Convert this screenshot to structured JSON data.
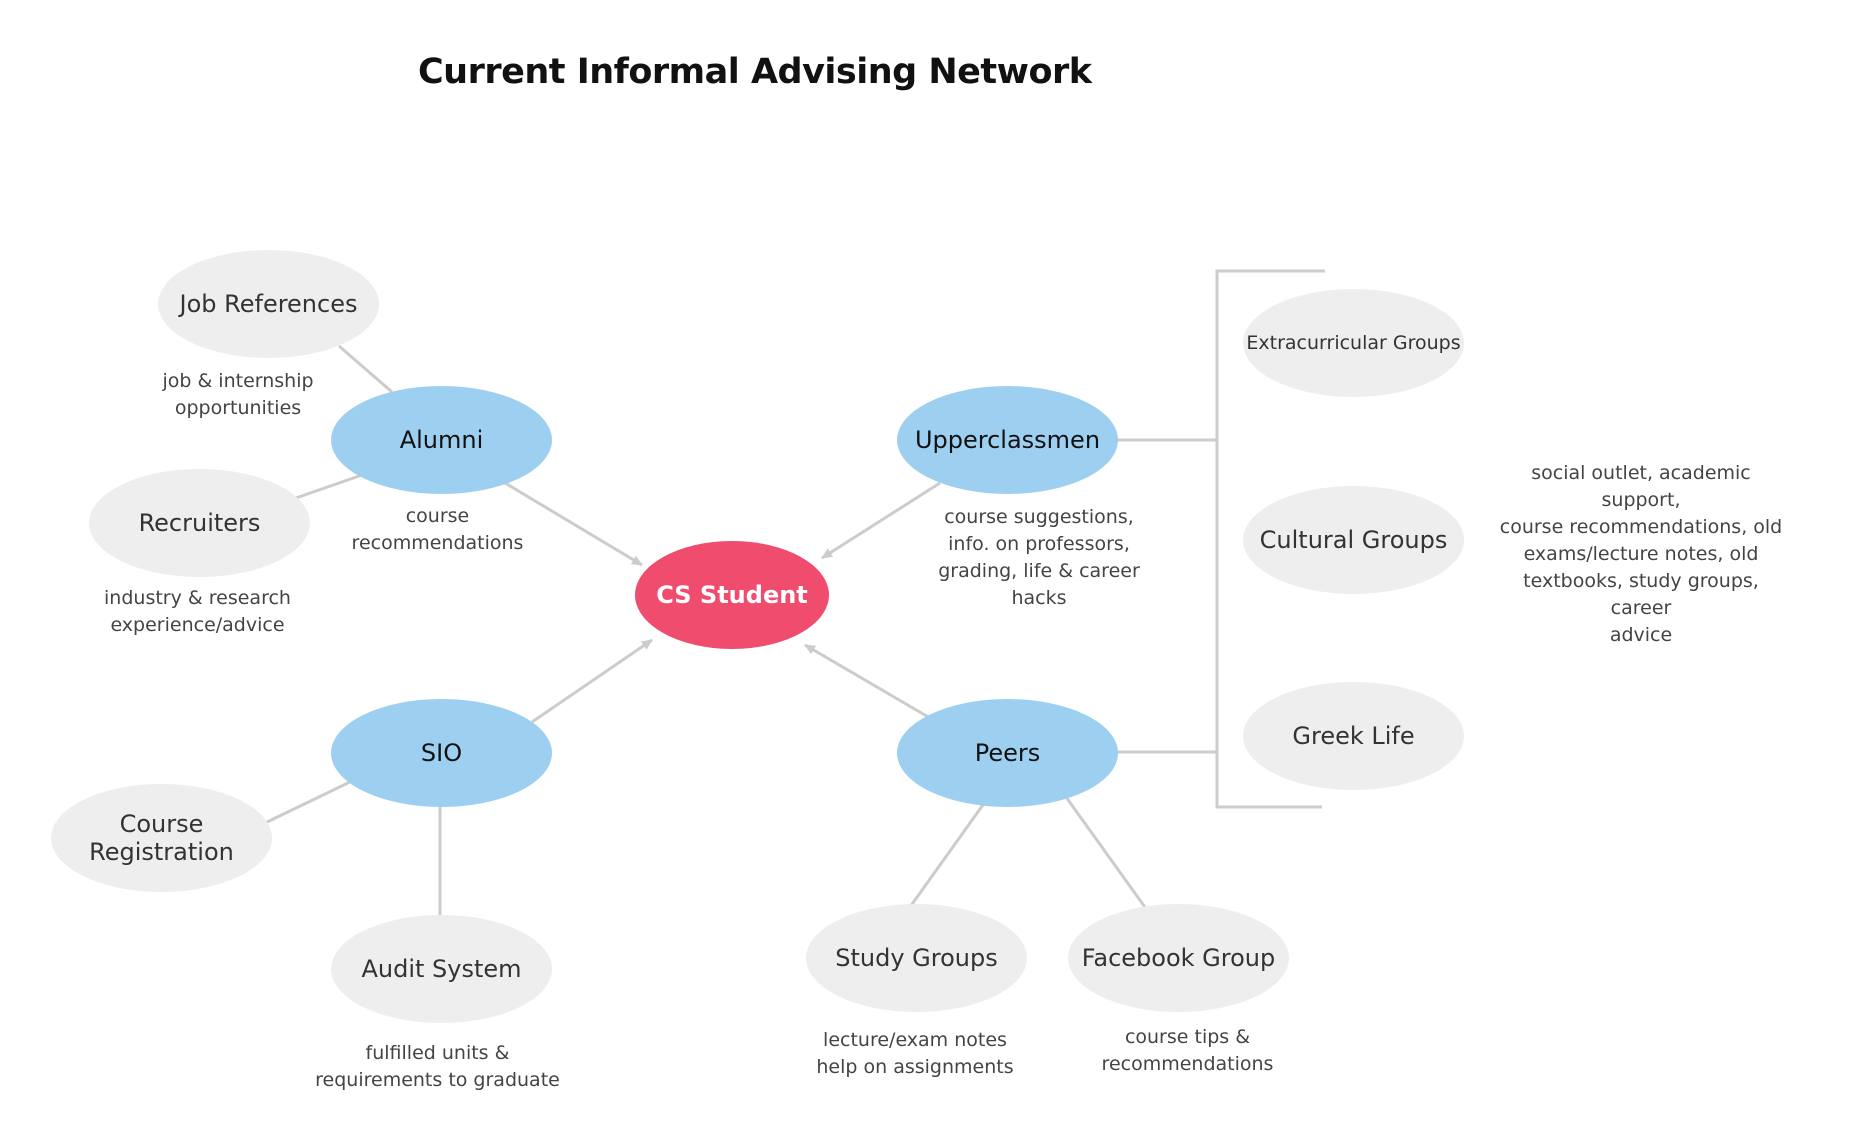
{
  "title": "Current Informal Advising Network",
  "colors": {
    "central": "#f04c6e",
    "primary": "#9dd0f0",
    "secondary": "#eeeeee",
    "edge": "#cccccc"
  },
  "nodes": {
    "cs_student": "CS Student",
    "alumni": "Alumni",
    "upperclassmen": "Upperclassmen",
    "sio": "SIO",
    "peers": "Peers",
    "job_references": "Job References",
    "recruiters": "Recruiters",
    "course_registration": "Course Registration",
    "audit_system": "Audit System",
    "study_groups": "Study Groups",
    "facebook_group": "Facebook Group",
    "extracurricular_groups": "Extracurricular Groups",
    "cultural_groups": "Cultural Groups",
    "greek_life": "Greek Life"
  },
  "notes": {
    "job_internship": "job & internship\nopportunities",
    "course_recommendations": "course\nrecommendations",
    "industry_research": "industry & research\nexperience/advice",
    "upperclassmen_info": "course suggestions,\ninfo. on professors,\ngrading, life & career\nhacks",
    "groups_info": "social outlet, academic support,\ncourse recommendations, old\nexams/lecture notes, old\ntextbooks, study groups, career\nadvice",
    "audit_info": "fulfilled units &\nrequirements to graduate",
    "study_groups_info": "lecture/exam notes\nhelp on assignments",
    "facebook_info": "course tips &\nrecommendations"
  }
}
